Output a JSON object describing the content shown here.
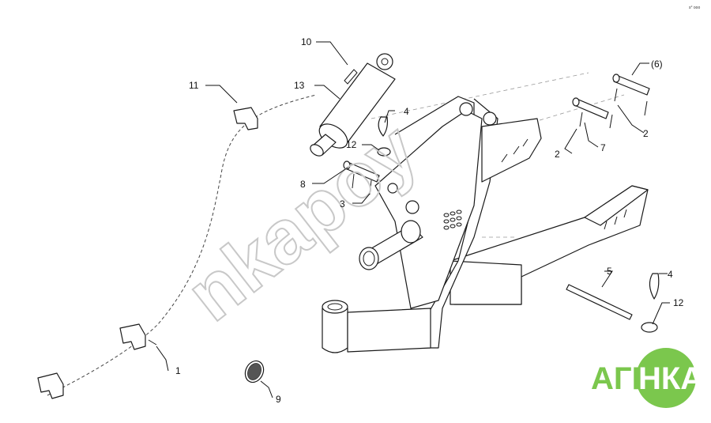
{
  "callouts": [
    {
      "id": "c1",
      "text": "1"
    },
    {
      "id": "c2a",
      "text": "2"
    },
    {
      "id": "c2b",
      "text": "2"
    },
    {
      "id": "c3",
      "text": "3"
    },
    {
      "id": "c4a",
      "text": "4"
    },
    {
      "id": "c4b",
      "text": "4"
    },
    {
      "id": "c5",
      "text": "5"
    },
    {
      "id": "c6",
      "text": "(6)"
    },
    {
      "id": "c7",
      "text": "7"
    },
    {
      "id": "c8",
      "text": "8"
    },
    {
      "id": "c9",
      "text": "9"
    },
    {
      "id": "c10",
      "text": "10"
    },
    {
      "id": "c11",
      "text": "11"
    },
    {
      "id": "c12a",
      "text": "12"
    },
    {
      "id": "c12b",
      "text": "12"
    },
    {
      "id": "c13",
      "text": "13"
    }
  ],
  "watermark": "nkapoy",
  "logo": {
    "left": "АГРО",
    "right": "НКА",
    "color": "#7bc74d"
  },
  "corner_mark": "s° ooo"
}
